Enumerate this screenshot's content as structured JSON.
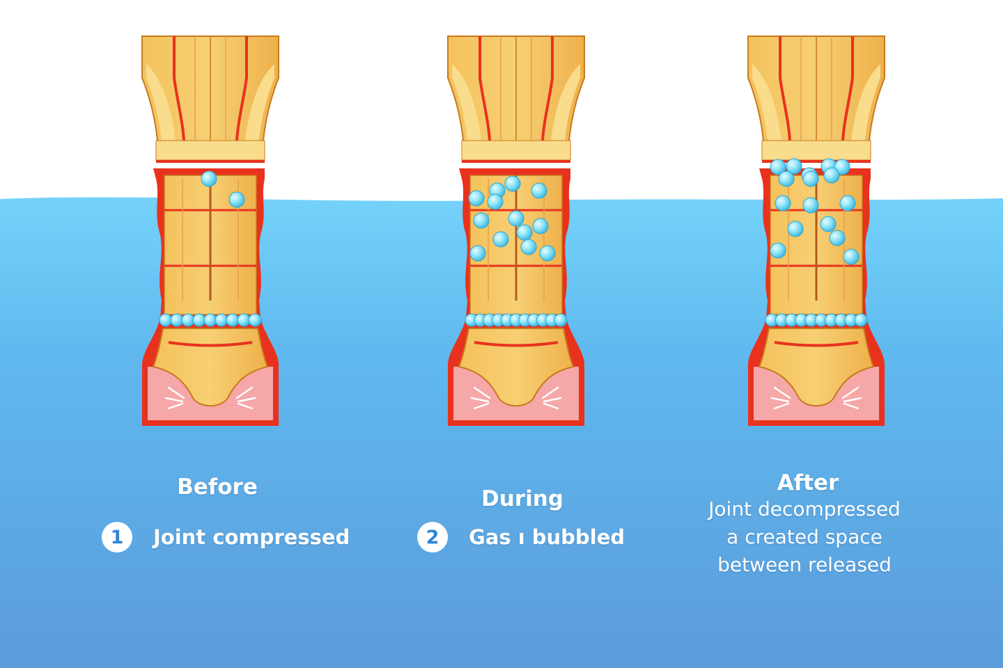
{
  "panels": [
    {
      "stage": "Before",
      "step_number": "1",
      "step_text": "Joint compressed",
      "bubbles_in_space": 2,
      "bubbles_in_band": 9
    },
    {
      "stage": "During",
      "step_number": "2",
      "step_text": "Gas ı bubbled",
      "bubbles_in_space": 13,
      "bubbles_in_band": 11
    },
    {
      "stage": "After",
      "description_lines": [
        "Joint decompressed",
        "a created space",
        "between released"
      ],
      "bubbles_in_space": 16,
      "bubbles_in_band": 10
    }
  ],
  "colors": {
    "water_top": "#72d0f8",
    "water_bottom": "#5b9ddc",
    "bone": "#f2b84e",
    "bone_light": "#f9dc8c",
    "bone_dark": "#c8791e",
    "capsule": "#e8321e",
    "synovium": "#f6a7a7",
    "bubble": "#5fd0ee",
    "text": "#ffffff"
  }
}
